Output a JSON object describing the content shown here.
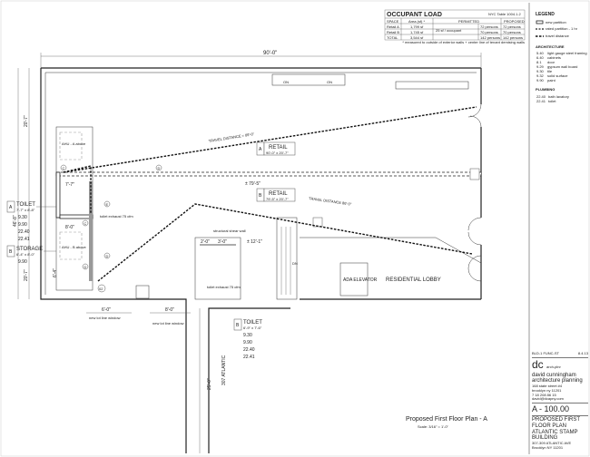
{
  "occupant_load": {
    "title": "OCCUPANT LOAD",
    "ref": "NYC Table 1004.1.2",
    "headers": [
      "SPACE",
      "Area (sf) *",
      "PERMITTED",
      "PROPOSED"
    ],
    "rows": [
      {
        "space": "Retail A",
        "area": "1,799 sf",
        "permitted": "72 persons",
        "proposed": "72 persons"
      },
      {
        "space": "Retail B",
        "area": "1,745 sf",
        "permitted": "70 persons",
        "proposed": "70 persons"
      },
      {
        "space": "TOTAL",
        "area": "3,544 sf",
        "permitted": "142 persons",
        "proposed": "142 persons"
      }
    ],
    "factor": "25 sf / occupant",
    "footnote": "* measured to outside of exterior walls + center line of tenant demising walls"
  },
  "legend": {
    "title": "LEGEND",
    "items": [
      "new partition",
      "rated partition - 1 hr",
      "travel distance"
    ],
    "architecture_title": "ARCHITECTURE",
    "architecture": [
      {
        "code": "5.40",
        "label": "light gauge steel framing"
      },
      {
        "code": "6.40",
        "label": "cabinets"
      },
      {
        "code": "8.1",
        "label": "door"
      },
      {
        "code": "9.29",
        "label": "gypsum wall board"
      },
      {
        "code": "9.30",
        "label": "tile"
      },
      {
        "code": "9.32",
        "label": "solid surface"
      },
      {
        "code": "9.90",
        "label": "paint"
      }
    ],
    "plumbing_title": "PLUMBING",
    "plumbing": [
      {
        "code": "22.40",
        "label": "bath lavatory"
      },
      {
        "code": "22.41",
        "label": "toilet"
      }
    ]
  },
  "title_block": {
    "issue": "BLD-1  FUNC-ST",
    "sheet_ref": "8.4.13",
    "logo": "dc",
    "logo_sub": "arch-plnr",
    "firm": "david cunningham architecture planning",
    "address1": "168 state street  #4",
    "address2": "brooklyn ny  11201",
    "phone": "7 18 208 86 15",
    "email": "david@dcapny.com",
    "sheet_number": "A - 100.00",
    "sheet_title": "PROPOSED FIRST FLOOR PLAN",
    "project": "ATLANTIC STAMP BUILDING",
    "project_address": "307-309 ATLANTIC AVE",
    "city": "Brooklyn NY  11201"
  },
  "plan": {
    "caption": "Proposed First Floor Plan - A",
    "scale": "Scale: 3/16\" = 1'-0\"",
    "dims": {
      "top": "90'-0\"",
      "left_upper": "20'-7\"",
      "left_total": "46'-8\"",
      "left_lower": "20'-7\"",
      "corridor": "± 79'-5\"",
      "d77": "7'-7\"",
      "d80": "8'-0\"",
      "d64": "6'-4\"",
      "d60a": "6'-0\"",
      "d80b": "8'-0\"",
      "d20": "2'-0\"",
      "d30": "3'-0\"",
      "d21": "± 12'-1\"",
      "lower_vert": "25'-0\""
    },
    "rooms": {
      "retail_a": {
        "tag": "A",
        "name": "RETAIL",
        "size": "90'-0\" x 20'-7\""
      },
      "retail_b": {
        "tag": "B",
        "name": "RETAIL",
        "size": "79'-5\" x 20'-7\""
      },
      "toilet_a": {
        "tag": "A",
        "name": "TOILET",
        "size": "7'-7\" x 8'-8\"",
        "finishes": [
          "9.30",
          "9.90",
          "22.40",
          "22.41"
        ]
      },
      "storage_b": {
        "tag": "B",
        "name": "STORAGE",
        "size": "6'-4\" x 8'-0\"",
        "finishes": [
          "9.90"
        ]
      },
      "toilet_b": {
        "tag": "B",
        "name": "TOILET",
        "size": "6'-9\" x 7'-6\"",
        "finishes": [
          "9.30",
          "9.90",
          "22.40",
          "22.41"
        ]
      },
      "elevator": "ADA ELEVATOR",
      "lobby": "RESIDENTIAL LOBBY"
    },
    "notes": {
      "travel_a": "TRAVEL DISTANCE = 89'-0\"",
      "travel_b": "TRAVEL DISTANCE 86'-0\"",
      "ahu_a": "AHU - A above",
      "ahu_b": "AHU - B above",
      "exhaust1": "toilet exhaust 75 cfm",
      "exhaust2": "toilet exhaust 75 cfm",
      "shear": "structural shear wall",
      "lot_line1": "new lot line window",
      "lot_line2": "new lot line window",
      "street": "307 ATLANTIC",
      "dn": "DN",
      "on": "ON",
      "door_tag": "02",
      "tags": [
        "C",
        "D",
        "E",
        "D",
        "C",
        "D"
      ]
    }
  }
}
